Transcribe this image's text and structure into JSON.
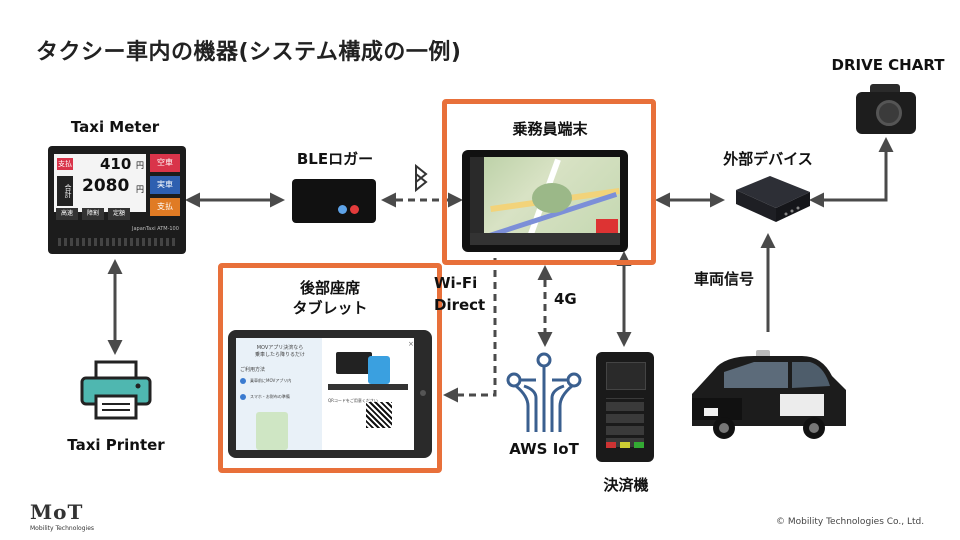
{
  "title": "タクシー車内の機器(システム構成の一例)",
  "nodes": {
    "taxi_meter": "Taxi Meter",
    "ble_logger": "BLEロガー",
    "driver_terminal": "乗務員端末",
    "external_device": "外部デバイス",
    "drive_chart": "DRIVE CHART",
    "rear_tablet_line1": "後部座席",
    "rear_tablet_line2": "タブレット",
    "wifi_direct_line1": "Wi-Fi",
    "wifi_direct_line2": "Direct",
    "network_4g": "4G",
    "aws_iot": "AWS IoT",
    "payment": "決済機",
    "vehicle_signal": "車両信号",
    "taxi_printer": "Taxi Printer"
  },
  "meter": {
    "status1": "支払",
    "status2": "合計",
    "fare1": "410",
    "fare2": "2080",
    "unit1": "円",
    "unit2": "円",
    "btn_empty": "空車",
    "btn_hire": "実車",
    "btn_pay": "支払",
    "btn_bottom1": "高速",
    "btn_bottom2": "障割",
    "btn_bottom3": "定額",
    "model": "JapanTaxi ATM-100"
  },
  "tablet": {
    "head1": "MOVアプリ決済なら",
    "head2": "乗車したら降りるだけ",
    "sub": "ご利用方法",
    "step1": "乗車前にMOVアプリ内",
    "step2": "スマホ・お財布の準備",
    "qr_caption": "QRコードをご用意ください"
  },
  "footer": {
    "logo": "MoT",
    "logo_sub": "Mobility Technologies",
    "copyright": "© Mobility Technologies Co., Ltd."
  },
  "colors": {
    "accent": "#e8703a",
    "arrow": "#4a4a4a",
    "meter_red": "#d9344a",
    "meter_blue": "#2e5fb0",
    "meter_orange": "#e07b24",
    "aws_blue": "#3a5f8f"
  }
}
